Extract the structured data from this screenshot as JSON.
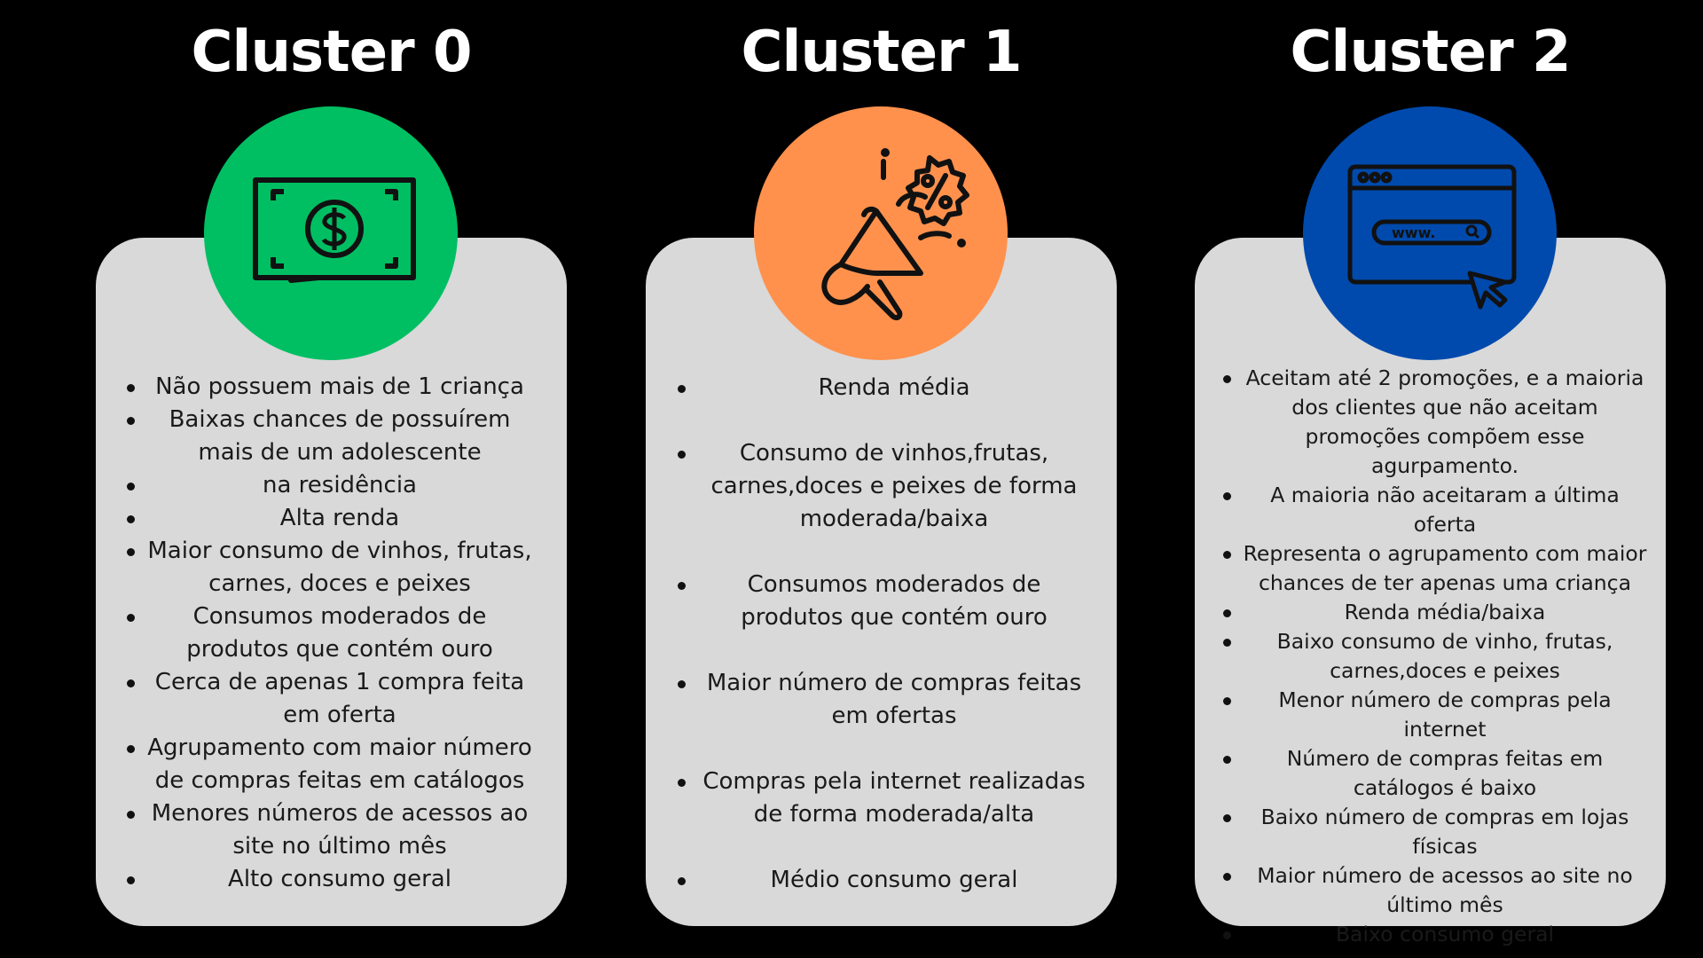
{
  "clusters": [
    {
      "title": "Cluster 0",
      "icon": "money-dollar-icon",
      "color": "#00bf63",
      "items": [
        "Não possuem mais de 1 criança",
        "Baixas chances de possuírem mais de um adolescente",
        "na residência",
        "Alta renda",
        "Maior consumo de vinhos, frutas, carnes, doces e peixes",
        "Consumos moderados de produtos que contém ouro",
        "Cerca de apenas 1 compra feita em oferta",
        "Agrupamento com maior número de compras feitas em catálogos",
        "Menores números de acessos ao site no último mês",
        "Alto consumo geral"
      ]
    },
    {
      "title": "Cluster 1",
      "icon": "megaphone-discount-icon",
      "color": "#ff914d",
      "items": [
        "Renda média",
        "Consumo de vinhos,frutas, carnes,doces e peixes de forma moderada/baixa",
        "Consumos moderados de produtos que contém ouro",
        "Maior número de compras feitas em ofertas",
        "Compras pela internet realizadas de forma moderada/alta",
        "Médio consumo geral"
      ]
    },
    {
      "title": "Cluster 2",
      "icon": "browser-www-icon",
      "color": "#004aad",
      "browser_text": "www.",
      "items": [
        "Aceitam até 2 promoções, e a maioria dos clientes que não aceitam promoções compõem esse agurpamento.",
        "A maioria não aceitaram a última oferta",
        "Representa o agrupamento com maior chances de ter apenas uma criança",
        "Renda média/baixa",
        "Baixo consumo de vinho, frutas, carnes,doces e peixes",
        "Menor número de compras pela internet",
        "Número de compras feitas em catálogos é baixo",
        "Baixo número de compras em lojas físicas",
        "Maior número de acessos ao site no último mês",
        "Baixo consumo geral"
      ]
    }
  ]
}
